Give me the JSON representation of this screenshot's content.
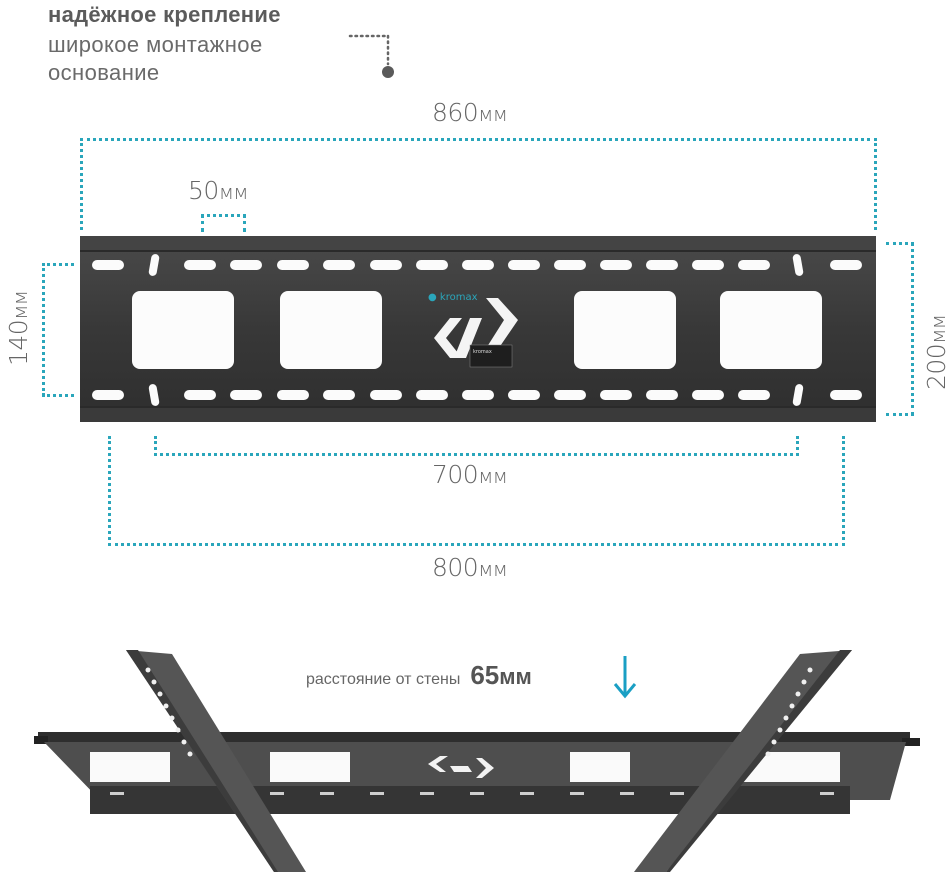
{
  "header": {
    "title": "надёжное крепление",
    "subtitle_line1": "широкое монтажное",
    "subtitle_line2": "основание"
  },
  "dimensions": {
    "overall_width": {
      "value": "860",
      "unit": "мм"
    },
    "slot_pitch": {
      "value": "50",
      "unit": "мм"
    },
    "inner_height": {
      "value": "140",
      "unit": "мм"
    },
    "outer_height": {
      "value": "200",
      "unit": "мм"
    },
    "inner_span": {
      "value": "700",
      "unit": "мм"
    },
    "outer_span": {
      "value": "800",
      "unit": "мм"
    }
  },
  "plate": {
    "brand_logo": "kromax",
    "color": "#3a3a3a",
    "accent_color": "#2aa6bb"
  },
  "wall_distance": {
    "label": "расстояние от стены",
    "value": "65",
    "unit": "мм",
    "arrow_icon": "arrow-down-icon",
    "arrow_color": "#1a9fc4"
  }
}
